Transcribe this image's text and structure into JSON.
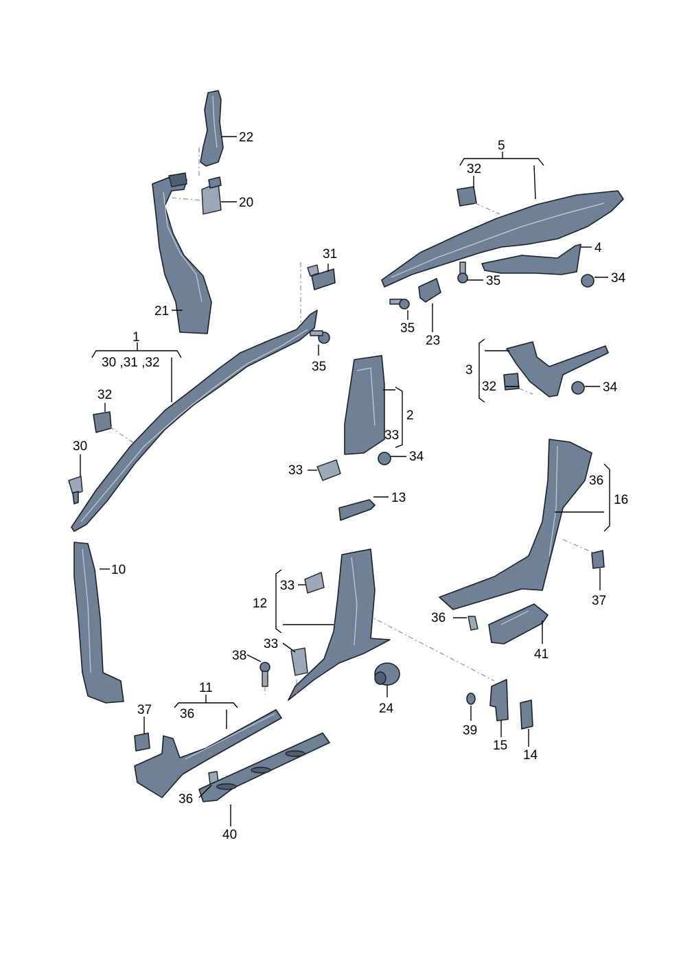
{
  "labels": {
    "l1": "1",
    "l2": "2",
    "l3": "3",
    "l4": "4",
    "l5": "5",
    "l10": "10",
    "l11": "11",
    "l12": "12",
    "l13": "13",
    "l14": "14",
    "l15": "15",
    "l16": "16",
    "l20": "20",
    "l21": "21",
    "l22": "22",
    "l23": "23",
    "l24": "24",
    "l30": "30",
    "l31": "31",
    "l32a": "32",
    "l32b": "32",
    "l32c": "32",
    "l33a": "33",
    "l33b": "33",
    "l33c": "33",
    "l33d": "33",
    "l34a": "34",
    "l34b": "34",
    "l34c": "34",
    "l35a": "35",
    "l35b": "35",
    "l35c": "35",
    "l36a": "36",
    "l36b": "36",
    "l36c": "36",
    "l36d": "36",
    "l37a": "37",
    "l37b": "37",
    "l38": "38",
    "l39": "39",
    "l40": "40",
    "l41": "41",
    "sub1": "30 ,31 ,32",
    "sub11": "36"
  },
  "colors": {
    "part": "#6f8196",
    "part_light": "#9aa8b8",
    "outline": "#1a1f26",
    "leader": "#000000"
  }
}
